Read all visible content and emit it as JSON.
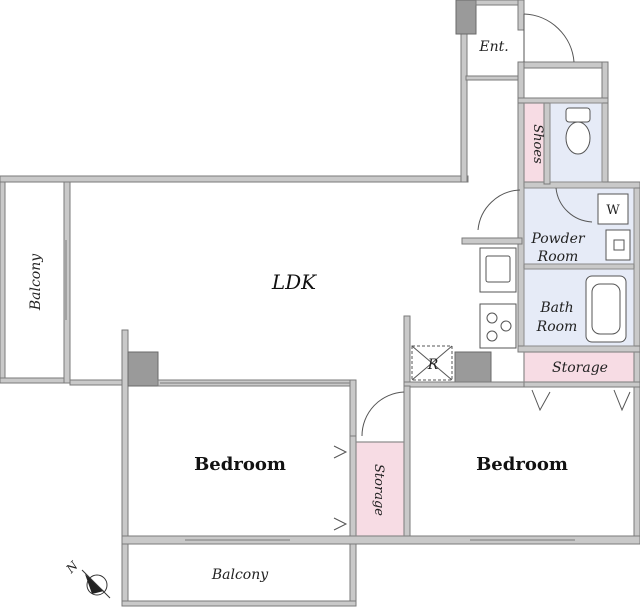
{
  "rooms": {
    "ldk": "LDK",
    "ent": "Ent.",
    "shoes": "Shoes",
    "powder_room_line1": "Powder",
    "powder_room_line2": "Room",
    "bath_room_line1": "Bath",
    "bath_room_line2": "Room",
    "storage_right": "Storage",
    "storage_center": "Storage",
    "bedroom_left": "Bedroom",
    "bedroom_right": "Bedroom",
    "balcony_left": "Balcony",
    "balcony_bottom": "Balcony"
  },
  "fixtures": {
    "washer_label": "W",
    "refrigerator_label": "R"
  },
  "compass": {
    "north_label": "N"
  },
  "colors": {
    "storage_fill": "#f7dce4",
    "wet_area_fill": "#e6ebf7",
    "wall_fill": "#c9c9c9"
  }
}
